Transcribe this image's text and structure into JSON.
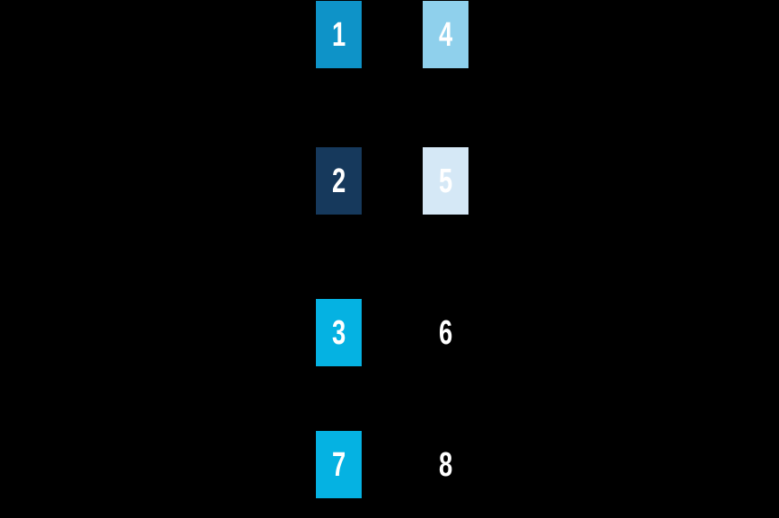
{
  "canvas": {
    "background": "#000000"
  },
  "palette": {
    "swatches": [
      {
        "label": "1",
        "color": "#0E93C8",
        "text_color": "#FFFFFF"
      },
      {
        "label": "2",
        "color": "#16395C",
        "text_color": "#FFFFFF"
      },
      {
        "label": "3",
        "color": "#05B2E2",
        "text_color": "#FFFFFF"
      },
      {
        "label": "4",
        "color": "#8FD0EC",
        "text_color": "#FFFFFF"
      },
      {
        "label": "5",
        "color": "#D5E8F6",
        "text_color": "#FFFFFF"
      },
      {
        "label": "6",
        "color": "#000000",
        "text_color": "#FFFFFF"
      },
      {
        "label": "7",
        "color": "#05B2E2",
        "text_color": "#FFFFFF"
      },
      {
        "label": "8",
        "color": "#000000",
        "text_color": "#FFFFFF"
      }
    ]
  }
}
